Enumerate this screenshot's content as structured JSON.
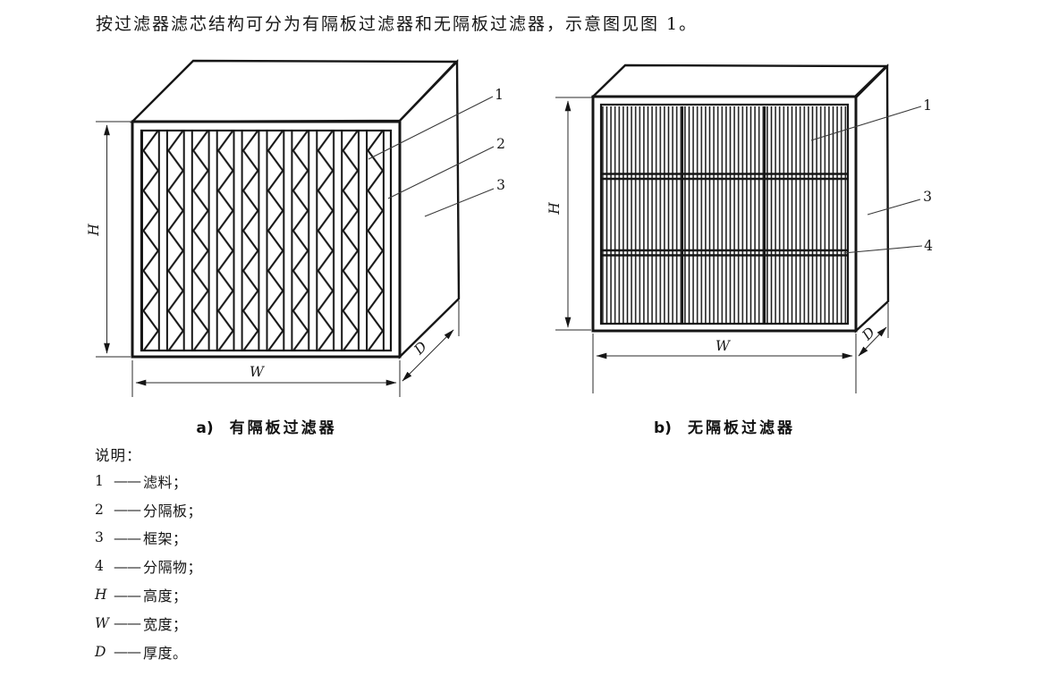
{
  "colors": {
    "ink": "#161616",
    "paper": "#ffffff"
  },
  "intro": {
    "text": "按过滤器滤芯结构可分为有隔板过滤器和无隔板过滤器，示意图见图 1。"
  },
  "figure": {
    "diagram_a": {
      "caption_prefix": "a)",
      "caption": "有隔板过滤器",
      "callout_1": "1",
      "callout_2": "2",
      "callout_3": "3",
      "dim_height": "H",
      "dim_width": "W",
      "dim_depth": "D"
    },
    "diagram_b": {
      "caption_prefix": "b)",
      "caption": "无隔板过滤器",
      "callout_1": "1",
      "callout_3": "3",
      "callout_4": "4",
      "dim_height": "H",
      "dim_width": "W",
      "dim_depth": "D"
    }
  },
  "legend": {
    "title": "说明：",
    "dash": "——",
    "items": [
      {
        "key": "1",
        "label": "滤料；"
      },
      {
        "key": "2",
        "label": "分隔板；"
      },
      {
        "key": "3",
        "label": "框架；"
      },
      {
        "key": "4",
        "label": "分隔物；"
      },
      {
        "key": "H",
        "label": "高度；"
      },
      {
        "key": "W",
        "label": "宽度；"
      },
      {
        "key": "D",
        "label": "厚度。"
      }
    ]
  }
}
